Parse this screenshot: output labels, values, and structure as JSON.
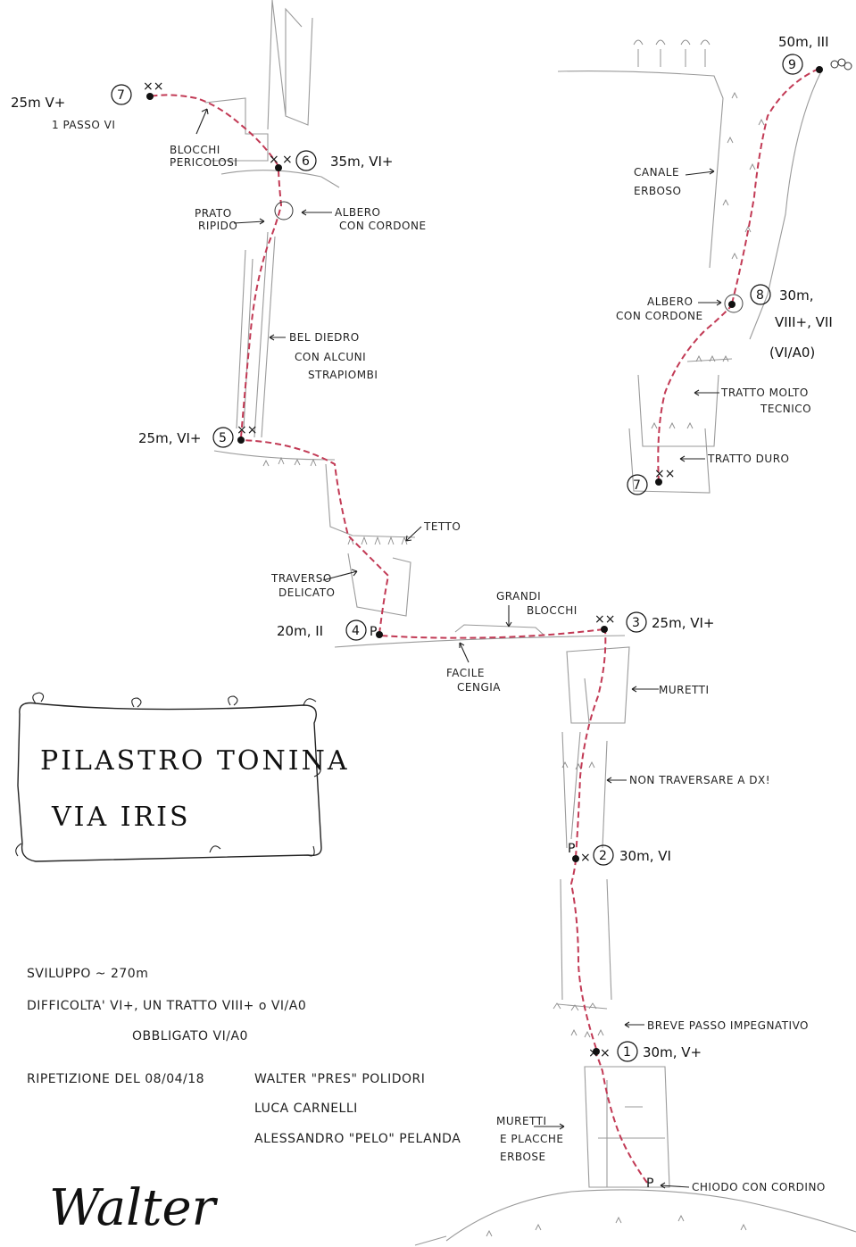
{
  "title": {
    "line1": "PILASTRO TONINA",
    "line2": "VIA IRIS"
  },
  "belays": [
    {
      "num": "1",
      "label": "30m, V+"
    },
    {
      "num": "2",
      "label": "30m, VI"
    },
    {
      "num": "3",
      "label": "25m, VI+"
    },
    {
      "num": "4",
      "label": "20m, II"
    },
    {
      "num": "5",
      "label": "25m, VI+"
    },
    {
      "num": "6",
      "label": "35m, VI+"
    },
    {
      "num": "7",
      "label": "25m V+",
      "sub": "1 PASSO VI"
    },
    {
      "num": "8",
      "label": "30m,",
      "sub": "VIII+, VII",
      "sub2": "(VI/A0)"
    },
    {
      "num": "9",
      "label": "50m, III"
    },
    {
      "num": "7",
      "label": ""
    }
  ],
  "notes": {
    "blocchi": [
      "BLOCCHI",
      "PERICOLOSI"
    ],
    "prato": [
      "PRATO",
      "RIPIDO"
    ],
    "albero_top": [
      "ALBERO",
      "CON CORDONE"
    ],
    "diedro": [
      "BEL DIEDRO",
      "CON ALCUNI",
      "STRAPIOMBI"
    ],
    "tetto": "TETTO",
    "traverso": [
      "TRAVERSO",
      "DELICATO"
    ],
    "grandi_blocchi": [
      "GRANDI",
      "BLOCCHI"
    ],
    "cengia": [
      "FACILE",
      "CENGIA"
    ],
    "muretti": "MURETTI",
    "non_traversare": "NON TRAVERSARE A DX!",
    "breve_passo": "BREVE PASSO IMPEGNATIVO",
    "muretti_placche": [
      "MURETTI",
      "E PLACCHE",
      "ERBOSE"
    ],
    "chiodo": "CHIODO CON CORDINO",
    "canale": [
      "CANALE",
      "ERBOSO"
    ],
    "albero_right": [
      "ALBERO",
      "CON CORDONE"
    ],
    "tratto_tecnico": [
      "TRATTO MOLTO",
      "TECNICO"
    ],
    "tratto_duro": "TRATTO DURO"
  },
  "info": {
    "sviluppo": "SVILUPPO ~ 270m",
    "difficolta": "DIFFICOLTA' VI+, UN TRATTO VIII+ o VI/A0",
    "obbligato": "OBBLIGATO VI/A0",
    "ripetizione": "RIPETIZIONE DEL 08/04/18",
    "climbers": [
      "WALTER \"PRES\" POLIDORI",
      "LUCA CARNELLI",
      "ALESSANDRO \"PELO\" PELANDA"
    ]
  },
  "signature": "Walter",
  "colors": {
    "route": "#c23a55",
    "ink": "#111111",
    "pencil": "#9a9a9a"
  }
}
